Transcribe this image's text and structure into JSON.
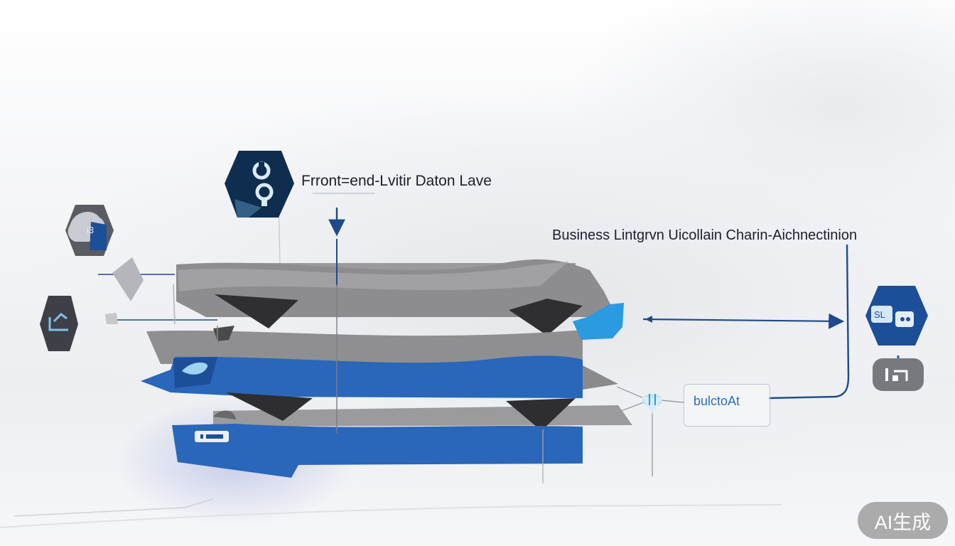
{
  "labels": {
    "front_title": "Frront=end-Lvitir Daton Lave",
    "business_title": "Business Lintgrvn Uicollain Charin-Aichnectinion",
    "callout": "bulctoAt"
  },
  "badge": {
    "text": "AI生成"
  },
  "colors": {
    "layer_gray": "#8d8d8f",
    "layer_blue": "#2a66ba",
    "accent_cyan": "#2a9be0",
    "arrow_navy": "#1e4a8c",
    "hex_dark": "#0f2d4f",
    "hex_blue": "#1d4f98"
  },
  "icons": {
    "front_hex": "node-hexagon-icon",
    "left_hex_top": "cloud-hexagon-icon",
    "left_hex_bottom": "chart-hexagon-icon",
    "right_hex": "chat-hexagon-icon",
    "right_pill": "device-icon"
  }
}
